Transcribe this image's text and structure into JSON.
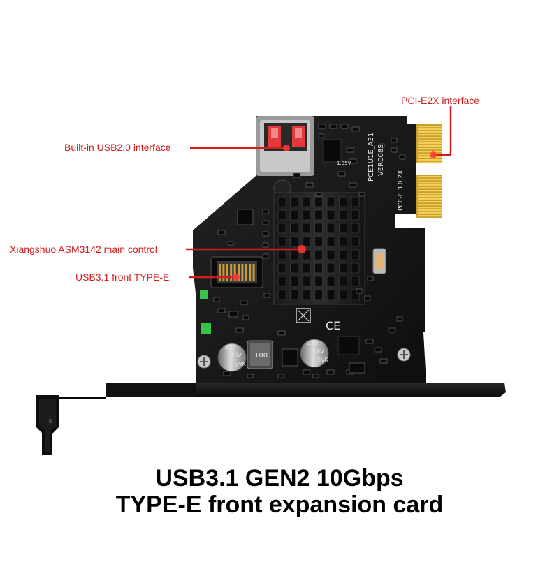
{
  "callouts": {
    "pcie": "PCI-E2X interface",
    "usb2": "Built-in USB2.0 interface",
    "controller": "Xiangshuo ASM3142 main control",
    "type_e": "USB3.1 front TYPE-E"
  },
  "board_markings": {
    "model": "PCE1U1E_A31",
    "version": "VER008S",
    "spec": "PCE-E 3.0 2X",
    "cap_left_1": "220",
    "cap_left_2": "16V",
    "cap_left_3": "SVK",
    "cap_right_1": "220",
    "cap_right_2": "16V",
    "cap_right_3": "SVK",
    "inductor": "100",
    "voltage": "1.05V"
  },
  "caption": {
    "line1": "USB3.1 GEN2 10Gbps",
    "line2": "TYPE-E front expansion card"
  },
  "colors": {
    "callout": "#d41c1c",
    "pcb": "#161616",
    "bracket": "#0c0c0c",
    "gold_finger": "#e0b32a",
    "led": "#39c24a"
  }
}
